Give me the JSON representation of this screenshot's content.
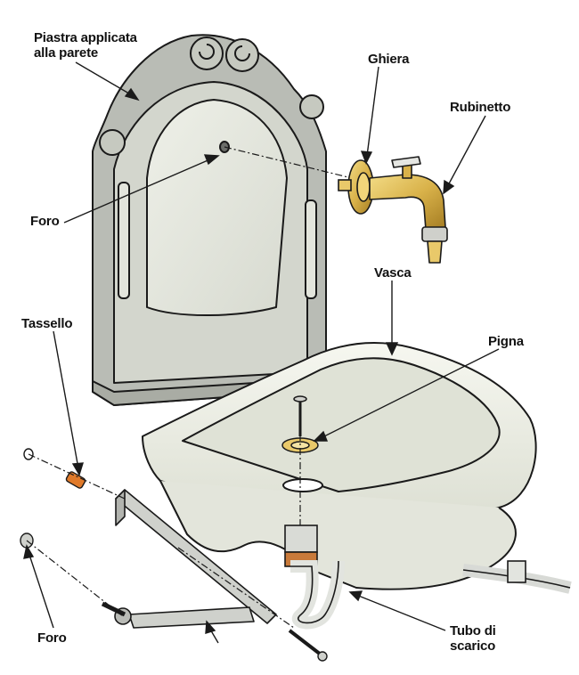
{
  "labels": {
    "piastra_line1": "Piastra applicata",
    "piastra_line2": "alla parete",
    "ghiera": "Ghiera",
    "rubinetto": "Rubinetto",
    "foro_top": "Foro",
    "vasca": "Vasca",
    "tassello": "Tassello",
    "pigna": "Pigna",
    "foro_bottom": "Foro",
    "tubo_line1": "Tubo di",
    "tubo_line2": "scarico"
  },
  "colors": {
    "outline": "#1a1a1a",
    "plate_frame": "#b9bcb5",
    "plate_panel": "#e6e8df",
    "basin": "#eef0e6",
    "brass": "#d9b24a",
    "brass_dark": "#a47c22",
    "orange_dowel": "#e07a2a",
    "metal": "#c9ccc8",
    "hose": "#d8dad6"
  }
}
